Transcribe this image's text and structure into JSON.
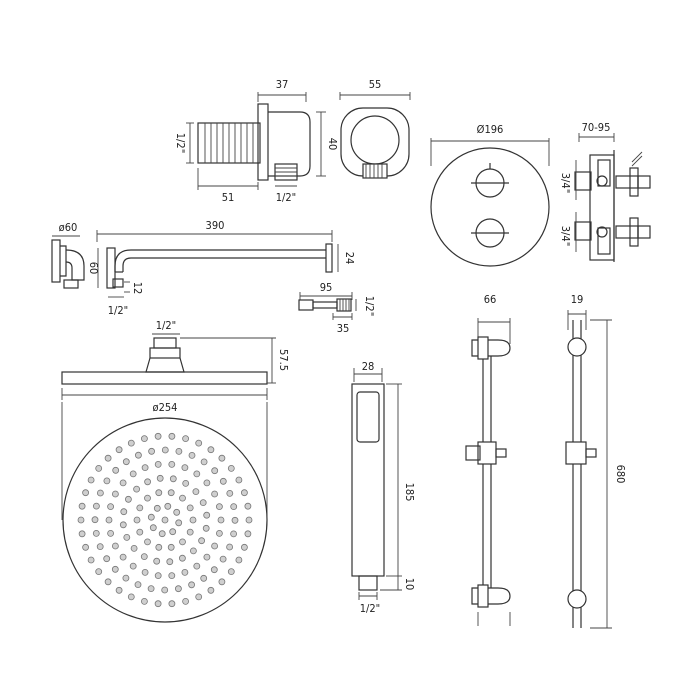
{
  "labels": {
    "outlet_width": "37",
    "outlet_height": "40",
    "outlet_front": "55",
    "outlet_thread_side": "1/2\"",
    "outlet_depth": "51",
    "outlet_thread_bottom": "1/2\"",
    "valve_diameter": "Ø196",
    "valve_depth": "70-95",
    "valve_thread_top": "3/4\"",
    "valve_thread_bottom": "3/4\"",
    "arm_flange_diameter": "ø60",
    "arm_length": "390",
    "arm_drop": "60",
    "arm_end": "24",
    "arm_thread_size": "12",
    "arm_thread": "1/2\"",
    "nipple_length": "95",
    "nipple_thread": "1/2\"",
    "nipple_part": "35",
    "head_thread": "1/2\"",
    "head_height": "57.5",
    "head_diameter": "ø254",
    "handset_width": "28",
    "handset_length": "185",
    "handset_base": "10",
    "handset_thread": "1/2\"",
    "rail_front_width": "66",
    "rail_side_width": "19",
    "rail_length": "680"
  }
}
